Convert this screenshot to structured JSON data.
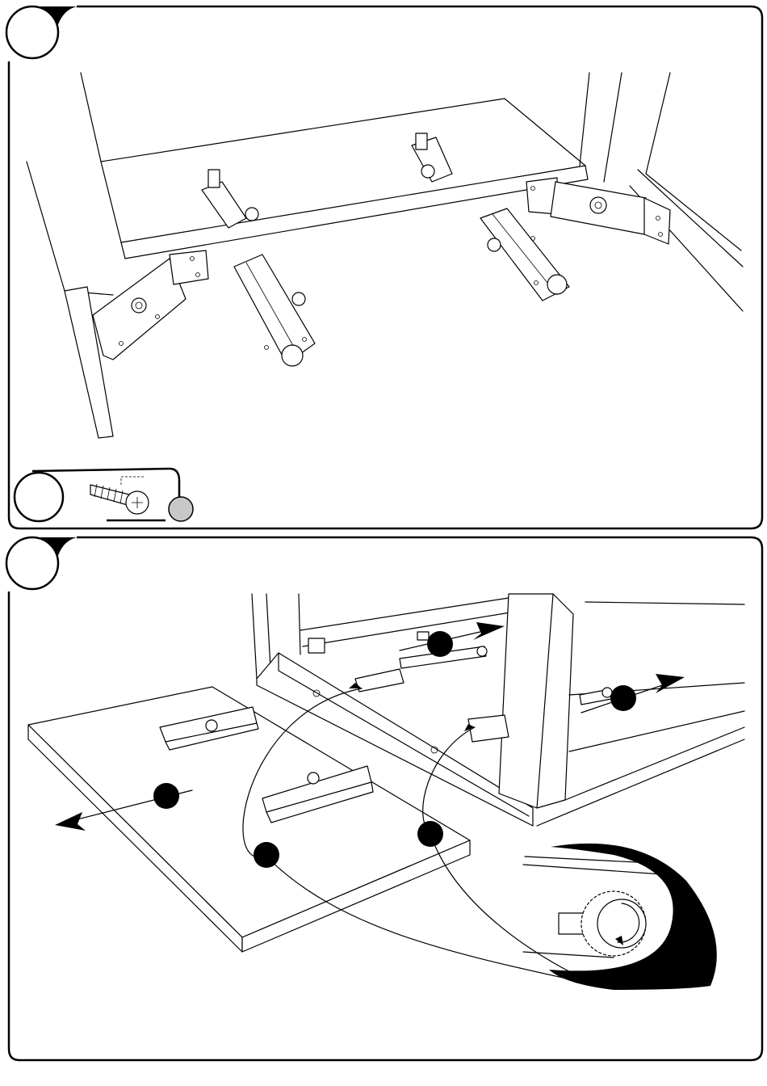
{
  "steps": [
    {
      "panel": "top",
      "hardware": {
        "icon": "screw-icon",
        "count_marker": "gray-circle"
      }
    },
    {
      "panel": "bottom",
      "markers": [
        "arrow-left",
        "arrow-right-top",
        "arrow-right-side",
        "callout-1",
        "callout-2"
      ]
    }
  ],
  "colors": {
    "ink": "#000000",
    "paper": "#ffffff",
    "hardware_badge": "#c8c8c8"
  }
}
